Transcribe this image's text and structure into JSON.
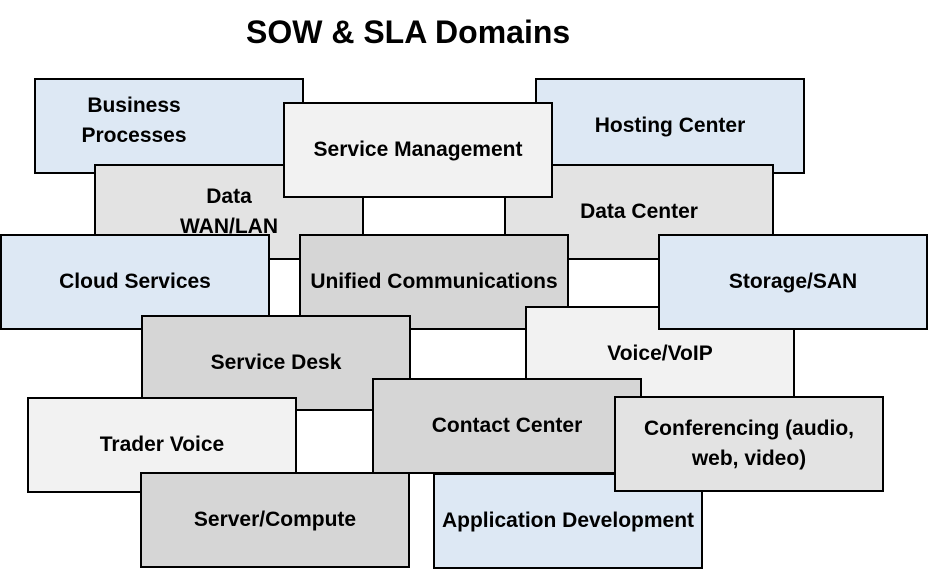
{
  "title": "SOW & SLA Domains",
  "domains": {
    "business_processes": "Business Processes",
    "hosting_center": "Hosting Center",
    "data_center": "Data Center",
    "data_wan_lan": "Data WAN/LAN",
    "service_management": "Service Management",
    "cloud_services": "Cloud Services",
    "unified_communications": "Unified Communications",
    "storage_san": "Storage/SAN",
    "voice_voip": "Voice/VoIP",
    "service_desk": "Service Desk",
    "trader_voice": "Trader Voice",
    "contact_center": "Contact Center",
    "conferencing": "Conferencing (audio, web, video)",
    "server_compute": "Server/Compute",
    "application_development": "Application Development"
  }
}
